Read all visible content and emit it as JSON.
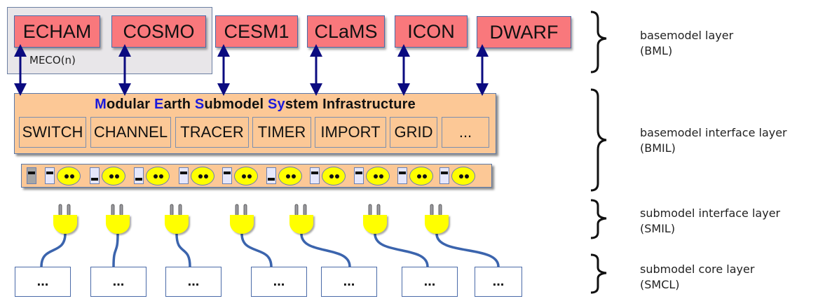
{
  "meco_group": {
    "label": "MECO(n)"
  },
  "basemodels": [
    "ECHAM",
    "COSMO",
    "CESM1",
    "CLaMS",
    "ICON",
    "DWARF"
  ],
  "messy": {
    "title_segments": [
      {
        "text": "M",
        "highlight": true
      },
      {
        "text": "odular ",
        "highlight": false
      },
      {
        "text": "E",
        "highlight": true
      },
      {
        "text": "arth ",
        "highlight": false
      },
      {
        "text": "S",
        "highlight": true
      },
      {
        "text": "ubmodel ",
        "highlight": false
      },
      {
        "text": "Sy",
        "highlight": true
      },
      {
        "text": "stem Infrastructure",
        "highlight": false
      }
    ],
    "modules": [
      "SWITCH",
      "CHANNEL",
      "TRACER",
      "TIMER",
      "IMPORT",
      "GRID",
      "..."
    ]
  },
  "socket_strip": {
    "master_switch": "on",
    "switch_states": [
      "on",
      "off",
      "off",
      "on",
      "on",
      "off",
      "on",
      "on",
      "on",
      "on"
    ]
  },
  "submodel_cores": [
    "...",
    "...",
    "...",
    "...",
    "...",
    "...",
    "..."
  ],
  "layers": [
    {
      "name": "basemodel layer",
      "abbr": "(BML)"
    },
    {
      "name": "basemodel interface layer",
      "abbr": "(BMIL)"
    },
    {
      "name": "submodel interface layer",
      "abbr": "(SMIL)"
    },
    {
      "name": "submodel core layer",
      "abbr": "(SMCL)"
    }
  ],
  "colors": {
    "basemodel_fill": "#f9787c",
    "infrastructure_fill": "#fcc896",
    "title_highlight": "#1a1adb",
    "arrow": "#0b0b80",
    "plug": "#ffff00",
    "cable": "#3b64ad"
  }
}
